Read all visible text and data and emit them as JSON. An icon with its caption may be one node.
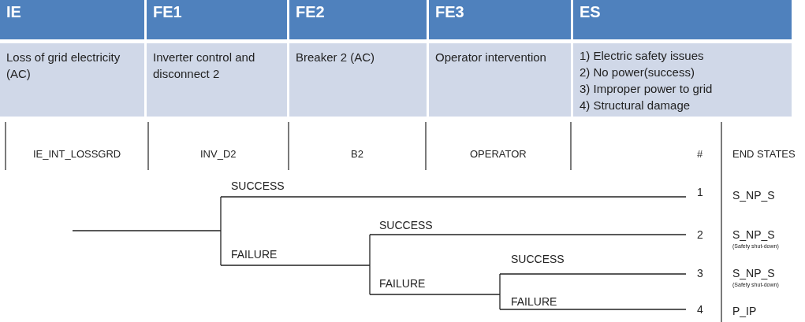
{
  "diagram": {
    "labels": [
      "IE",
      "FE1",
      "FE2",
      "FE3",
      "ES",
      "Loss of grid electricity (AC)",
      "Inverter control and disconnect 2",
      "Breaker 2 (AC)",
      "Operator intervention",
      "1) Electric safety issues",
      "2) No power(success)",
      "3) Improper power to grid",
      "4) Structural damage",
      "IE_INT_LOSSGRD",
      "INV_D2",
      "B2",
      "OPERATOR",
      "#",
      "END STATES",
      "SUCCESS",
      "1",
      "S_NP_S",
      "SUCCESS",
      "2",
      "S_NP_S",
      "(Safety shut-down)",
      "FAILURE",
      "SUCCESS",
      "3",
      "S_NP_S",
      "(Safety shut-down)",
      "FAILURE",
      "FAILURE",
      "4",
      "P_IP"
    ]
  }
}
